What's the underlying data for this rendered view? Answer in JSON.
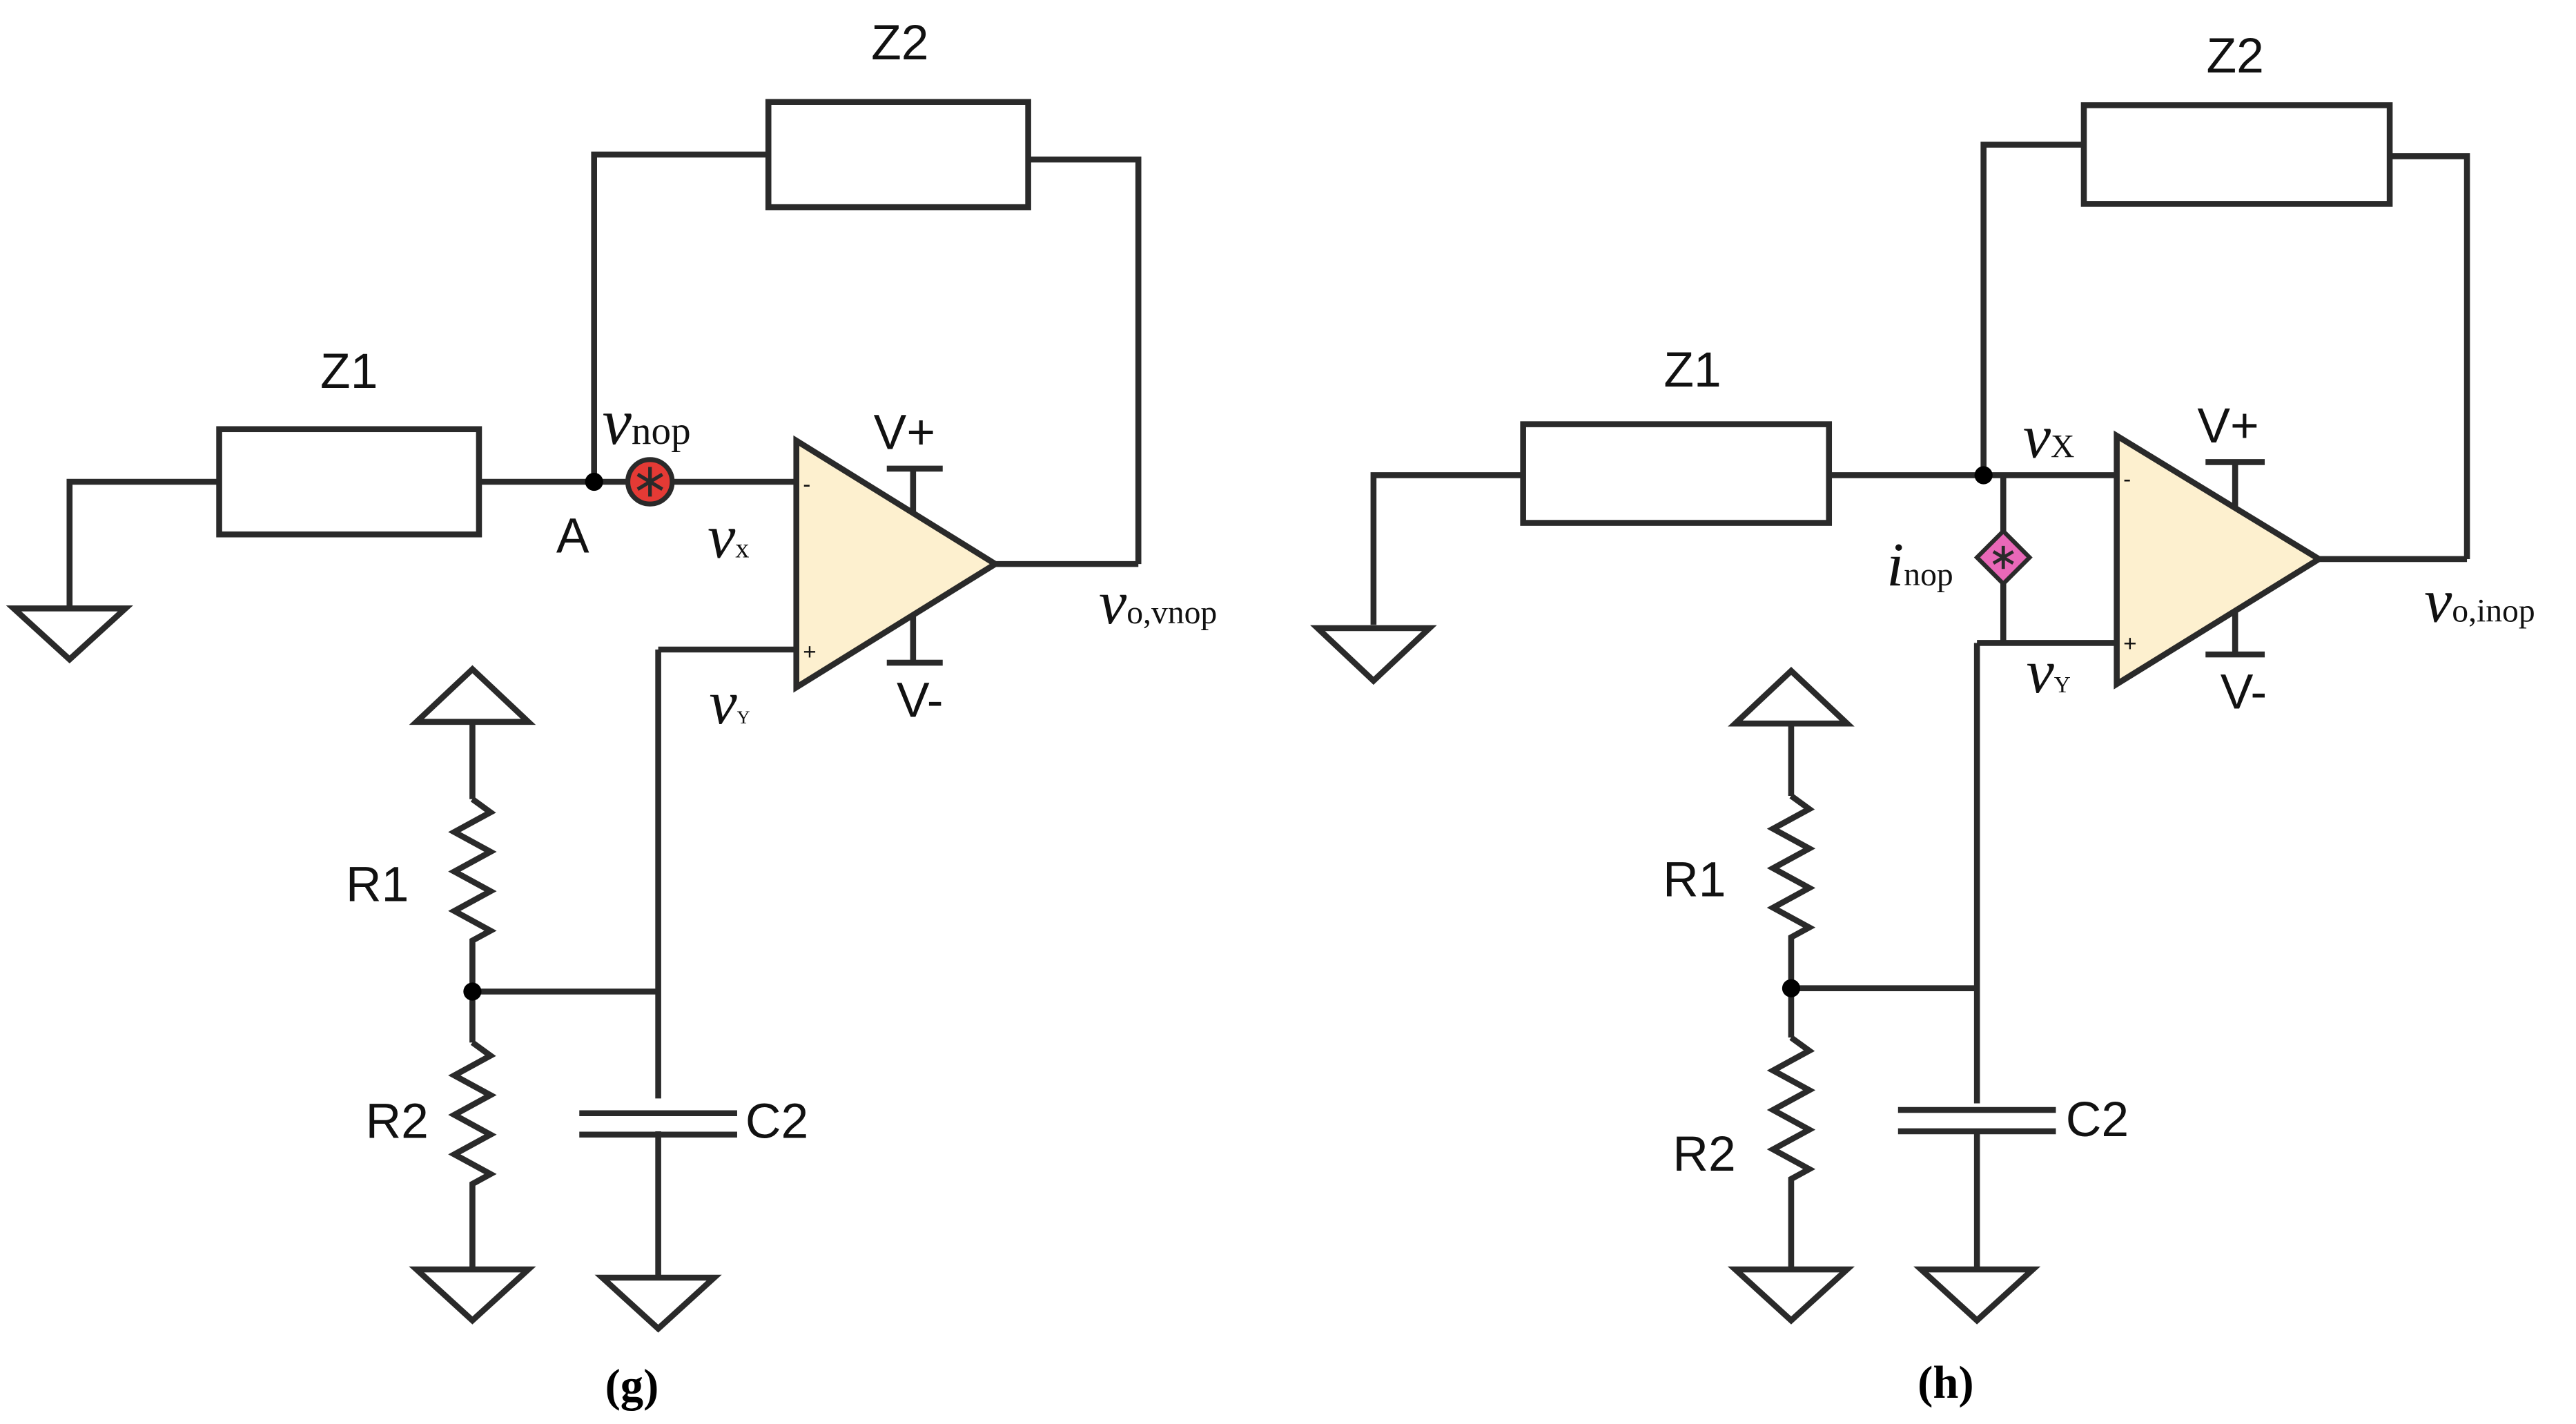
{
  "colors": {
    "opamp_fill": "#fdf0cf",
    "voltage_noise_source": "#e53a35",
    "current_noise_source": "#e968b8"
  },
  "panel_g": {
    "caption": "(g)",
    "z2": "Z2",
    "z1": "Z1",
    "node_a": "A",
    "v_italic": "v",
    "vnop_sub": "nop",
    "vx_sub": "x",
    "vy_sub": "Y",
    "vo_sub": "o,vnop",
    "vplus": "V+",
    "vminus": "V-",
    "minus_sign": "-",
    "plus_sign": "+",
    "r1": "R1",
    "r2": "R2",
    "c2": "C2",
    "noise_source_icon": "voltage-noise-source-icon"
  },
  "panel_h": {
    "caption": "(h)",
    "z2": "Z2",
    "z1": "Z1",
    "v_italic": "v",
    "i_italic": "i",
    "inop_sub": "nop",
    "vx_sub": "X",
    "vy_sub": "Y",
    "vo_sub": "o,inop",
    "vplus": "V+",
    "vminus": "V-",
    "minus_sign": "-",
    "plus_sign": "+",
    "r1": "R1",
    "r2": "R2",
    "c2": "C2",
    "noise_source_icon": "current-noise-source-icon"
  }
}
